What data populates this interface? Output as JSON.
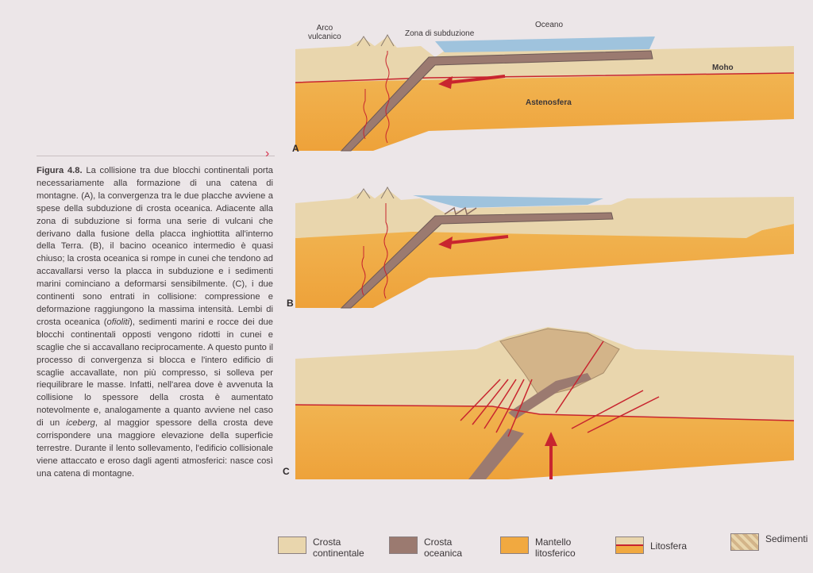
{
  "caption": {
    "figure_label": "Figura 4.8.",
    "text_parts": [
      " La collisione tra due blocchi continentali porta necessariamente alla formazione di una catena di montagne. (A), la convergenza tra le due placche avviene a spese della subduzione di crosta oceanica. Adiacente alla zona di subduzione si forma una serie di vulcani che derivano dalla fusione della placca inghiottita all'interno della Terra. (B), il bacino oceanico intermedio è quasi chiuso; la crosta oceanica si rompe in cunei che tendono ad accavallarsi verso la placca in subduzione e i sedimenti marini cominciano a deformarsi sensibilmente. (C), i due continenti sono entrati in collisione: compressione e deformazione raggiungono la massima intensità. Lembi di crosta oceanica (",
      "ofioliti",
      "), sedimenti marini e rocce dei due blocchi continentali opposti vengono ridotti in cunei e scaglie che si accavallano reciprocamente. A questo punto il processo di convergenza si blocca e l'intero edificio di scaglie accavallate, non più compresso, si solleva per riequilibrare le masse. Infatti, nell'area dove è avvenuta la collisione lo spessore della crosta è aumentato notevolmente e, analogamente a quanto avviene nel caso di un ",
      "iceberg",
      ", al maggior spessore della crosta deve corrispondere una maggiore elevazione della superficie terrestre. Durante il lento sollevamento, l'edificio collisionale viene attaccato e eroso dagli agenti atmosferici: nasce così una catena di montagne."
    ]
  },
  "diagram_a": {
    "letter": "A",
    "labels": {
      "arc": "Arco\nvulcanico",
      "subduction_zone": "Zona di subduzione",
      "ocean": "Oceano",
      "moho": "Moho",
      "asthenosphere": "Astenosfera"
    }
  },
  "diagram_b": {
    "letter": "B"
  },
  "diagram_c": {
    "letter": "C"
  },
  "legend": [
    {
      "label": "Crosta\ncontinentale",
      "color": "#e9d6ad"
    },
    {
      "label": "Crosta\noceanica",
      "color": "#9b7a70"
    },
    {
      "label": "Mantello\nlitosferico",
      "color": "#f1a940"
    },
    {
      "label": "Litosfera",
      "color": "#e9d6ad"
    },
    {
      "label": "Sedimenti",
      "color": "#d3b489"
    }
  ],
  "colors": {
    "crust": "#e9d6ad",
    "mantle": "#f1a940",
    "ocean_crust": "#9b7a70",
    "arrow": "#c8252f",
    "water": "#9fc3dd",
    "sediments": "#d3b489"
  }
}
